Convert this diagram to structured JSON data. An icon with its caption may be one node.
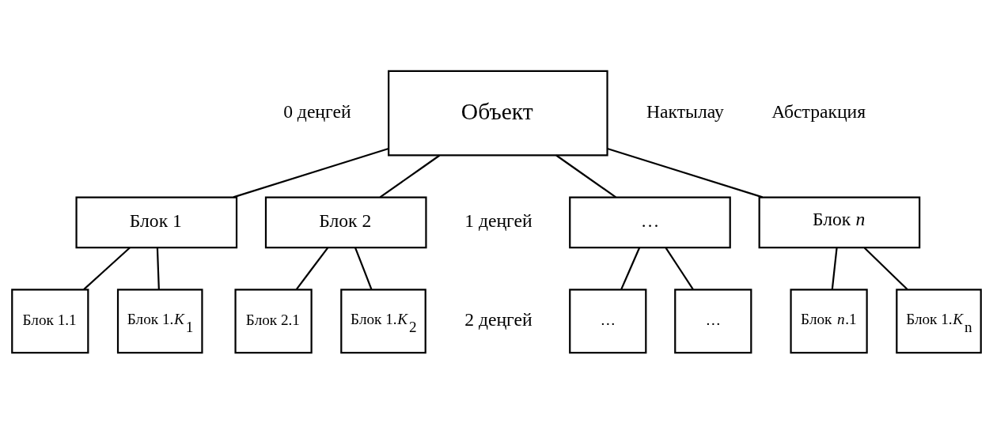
{
  "diagram": {
    "nodes": [
      {
        "text": [
          "Объект"
        ]
      },
      {
        "text": [
          "Блок 1"
        ]
      },
      {
        "text": [
          "Блок 2"
        ]
      },
      {
        "text": [
          "…"
        ]
      },
      {
        "text": [
          "Блок *n*"
        ]
      },
      {
        "text": [
          "Блок 1.1"
        ]
      },
      {
        "text": [
          "Блок 1.*K*$_{1}$"
        ]
      },
      {
        "text": [
          "Блок 2.1"
        ]
      },
      {
        "text": [
          "Блок 1.*K*$_{2}$"
        ]
      },
      {
        "text": [
          "…"
        ]
      },
      {
        "text": [
          "…"
        ]
      },
      {
        "text": [
          "Блок *n*.1"
        ]
      },
      {
        "text": [
          "Блок 1.*K*$_{n}$"
        ]
      }
    ],
    "edges": [
      {
        "from": 0,
        "to": 1,
        "arrow": "none"
      },
      {
        "from": 0,
        "to": 2,
        "arrow": "none"
      },
      {
        "from": 0,
        "to": 3,
        "arrow": "none"
      },
      {
        "from": 0,
        "to": 4,
        "arrow": "none"
      },
      {
        "from": 1,
        "to": 5,
        "arrow": "none"
      },
      {
        "from": 1,
        "to": 6,
        "arrow": "none"
      },
      {
        "from": 2,
        "to": 7,
        "arrow": "none"
      },
      {
        "from": 2,
        "to": 8,
        "arrow": "none"
      },
      {
        "from": 3,
        "to": 9,
        "arrow": "none"
      },
      {
        "from": 3,
        "to": 10,
        "arrow": "none"
      },
      {
        "from": 4,
        "to": 11,
        "arrow": "none"
      },
      {
        "from": 4,
        "to": 12,
        "arrow": "none"
      }
    ],
    "labels": [
      "Нактылау",
      "Абстракция",
      "0 деңгей",
      "1 деңгей",
      "2 деңгей"
    ]
  }
}
